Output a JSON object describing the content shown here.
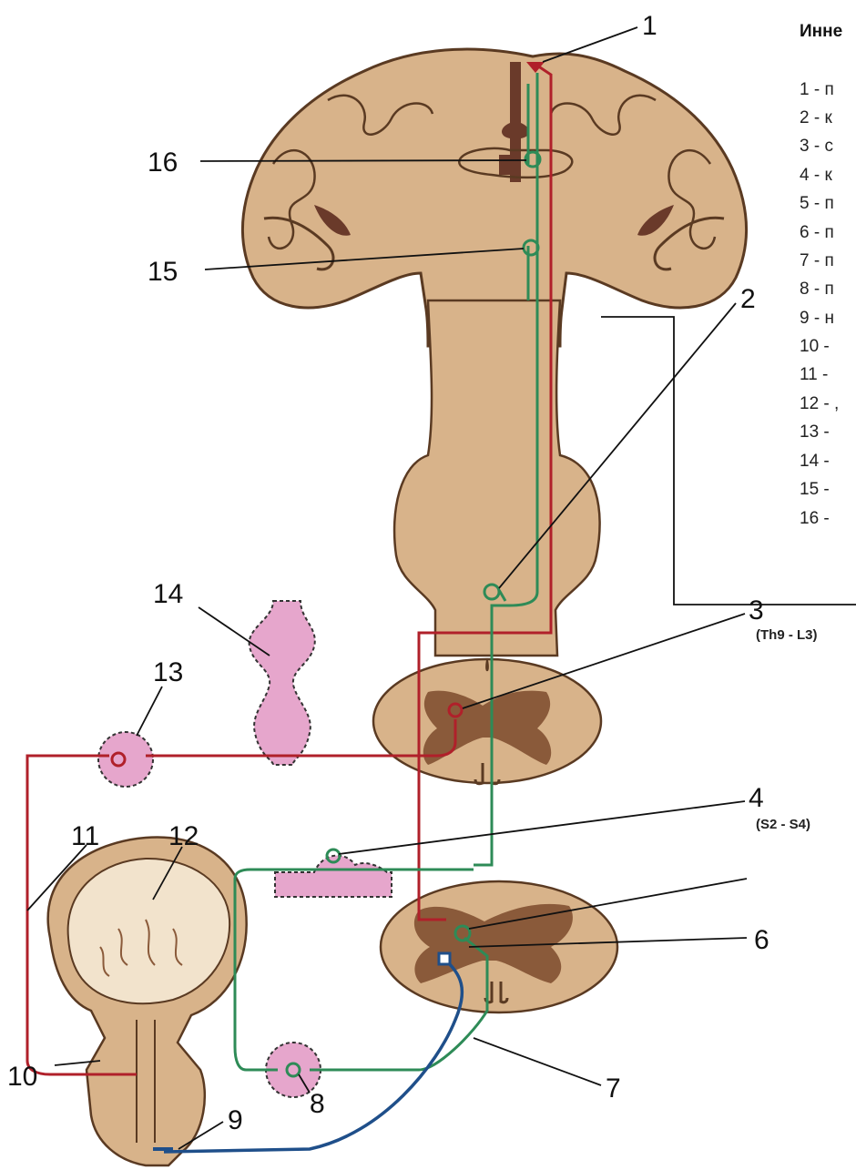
{
  "legend": {
    "title": "Инне",
    "items": [
      "1 - п",
      "2 - к",
      "3 - с",
      "4 - к",
      "5 - п",
      "6 - п",
      "7 - п",
      "8 - п",
      "9 - н",
      "10 -",
      "11 -",
      "12 - ,",
      "13 -",
      "14 -",
      "15 -",
      "16 -"
    ]
  },
  "labels": {
    "n1": "1",
    "n2": "2",
    "n3": "3",
    "n4": "4",
    "n6": "6",
    "n7": "7",
    "n8": "8",
    "n9": "9",
    "n10": "10",
    "n11": "11",
    "n12": "12",
    "n13": "13",
    "n14": "14",
    "n15": "15",
    "n16": "16"
  },
  "segments": {
    "upper": "(Th9 - L3)",
    "lower": "(S2 - S4)"
  },
  "colors": {
    "tissue": "#d8b38a",
    "tissue_dark": "#8a5a3a",
    "ventricle": "#6a3a2a",
    "outline": "#5a3a22",
    "sympathetic": "#b0202a",
    "parasympathetic": "#2e8b57",
    "somatic": "#1f4f8a",
    "ganglion": "#e6a6cc"
  }
}
